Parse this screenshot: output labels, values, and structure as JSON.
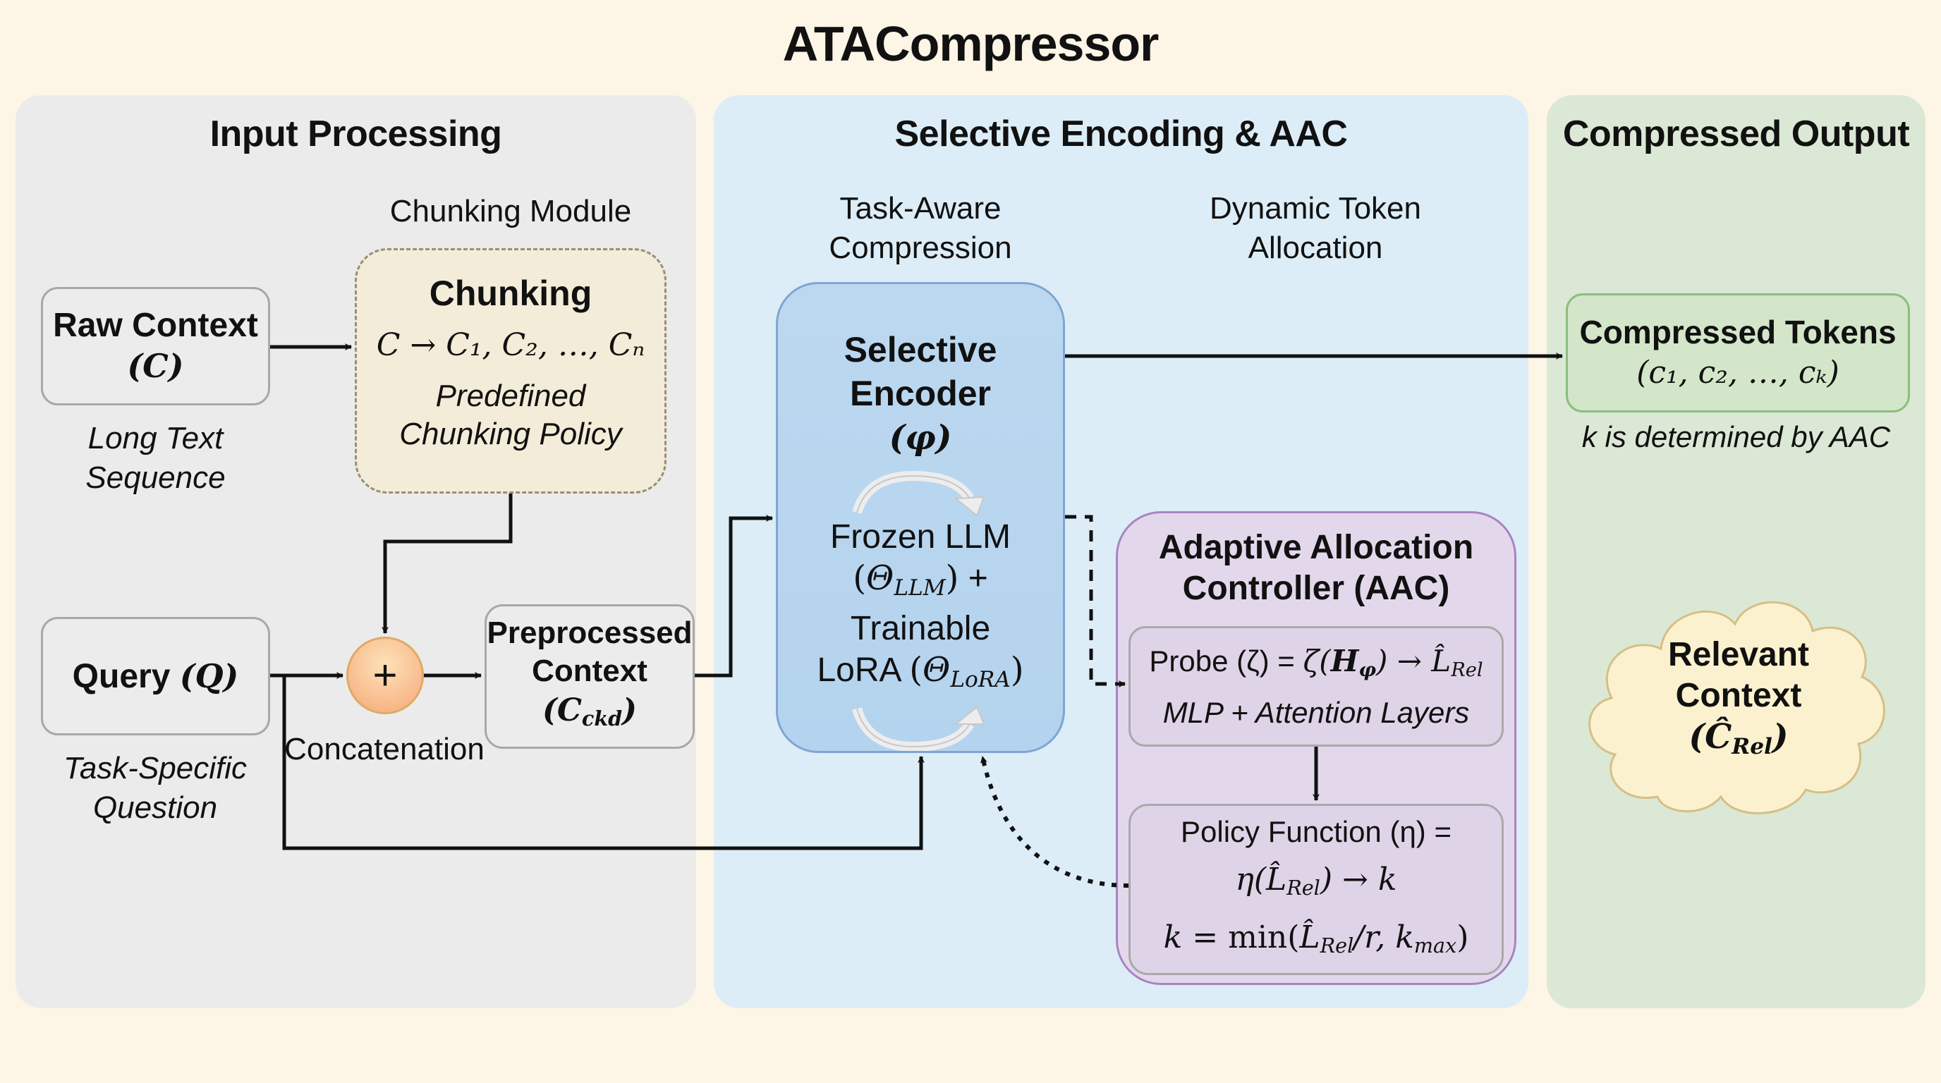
{
  "title": "ATACompressor",
  "colors": {
    "background": "#fdf5e6",
    "input_panel": "#ebebeb",
    "encoding_panel": "#dcedf7",
    "output_panel": "#dbe8d5",
    "encoder_fill": "#bcd9f0",
    "encoder_border": "#7ea6d3",
    "chunking_fill": "#f3ecd9",
    "aac_fill": "#e3d8eb",
    "aac_border": "#a884c0",
    "tokens_fill": "#d3e6c9",
    "tokens_border": "#8dbd7e",
    "cloud_fill": "#fcf1cf",
    "cloud_border": "#d5bf86",
    "concat_fill": "#fbbf84"
  },
  "panels": {
    "input": {
      "heading": "Input Processing"
    },
    "encoding": {
      "heading": "Selective Encoding & AAC"
    },
    "output": {
      "heading": "Compressed Output"
    }
  },
  "input": {
    "chunking_module_label": "Chunking Module",
    "raw_context": {
      "title": "Raw Context",
      "symbol": "(C)",
      "caption_line1": "Long Text",
      "caption_line2": "Sequence"
    },
    "chunking": {
      "title": "Chunking",
      "formula": "C → C₁, C₂, …, Cₙ",
      "policy_line1": "Predefined",
      "policy_line2": "Chunking Policy"
    },
    "query": {
      "title": "Query ",
      "symbol": "(Q)",
      "caption_line1": "Task-Specific",
      "caption_line2": "Question"
    },
    "concat": {
      "symbol": "+",
      "label": "Concatenation"
    },
    "preprocessed": {
      "line1": "Preprocessed",
      "line2": "Context",
      "symbol_base": "C",
      "symbol_sub": "ckd"
    }
  },
  "encoding": {
    "task_aware_line1": "Task-Aware",
    "task_aware_line2": "Compression",
    "dynamic_line1": "Dynamic Token",
    "dynamic_line2": "Allocation",
    "encoder": {
      "title_line1": "Selective",
      "title_line2": "Encoder",
      "symbol": "(φ)",
      "frozen_line": "Frozen LLM",
      "theta_llm_base": "Θ",
      "theta_llm_sub": "LLM",
      "plus": " +",
      "trainable_line": "Trainable",
      "lora_prefix": "LoRA ",
      "theta_lora_base": "Θ",
      "theta_lora_sub": "LoRA"
    },
    "aac": {
      "title_line1": "Adaptive Allocation",
      "title_line2": "Controller (AAC)",
      "probe_formula_prefix": "Probe (ζ) = ",
      "probe_formula_zeta": "ζ(",
      "probe_formula_H": "H",
      "probe_formula_H_sub": "φ",
      "probe_formula_arrow": ") → ",
      "probe_formula_L": "L̂",
      "probe_formula_L_sub": "Rel",
      "probe_layers": "MLP + Attention Layers",
      "policy_line1": "Policy Function (η) =",
      "policy_line2_prefix": "η(",
      "policy_line2_L": "L̂",
      "policy_line2_L_sub": "Rel",
      "policy_line2_suffix": ") → k",
      "policy_line3_prefix": "k = ",
      "policy_line3_min": "min(",
      "policy_line3_L": "L̂",
      "policy_line3_L_sub": "Rel",
      "policy_line3_mid": "/r, k",
      "policy_line3_kmax_sub": "max",
      "policy_line3_close": ")"
    }
  },
  "output": {
    "tokens": {
      "title": "Compressed Tokens",
      "symbol": "(c₁, c₂, …, cₖ)"
    },
    "tokens_caption": "k is determined by AAC",
    "relevant": {
      "line1": "Relevant",
      "line2": "Context",
      "symbol_base": "Ĉ",
      "symbol_sub": "Rel"
    }
  }
}
